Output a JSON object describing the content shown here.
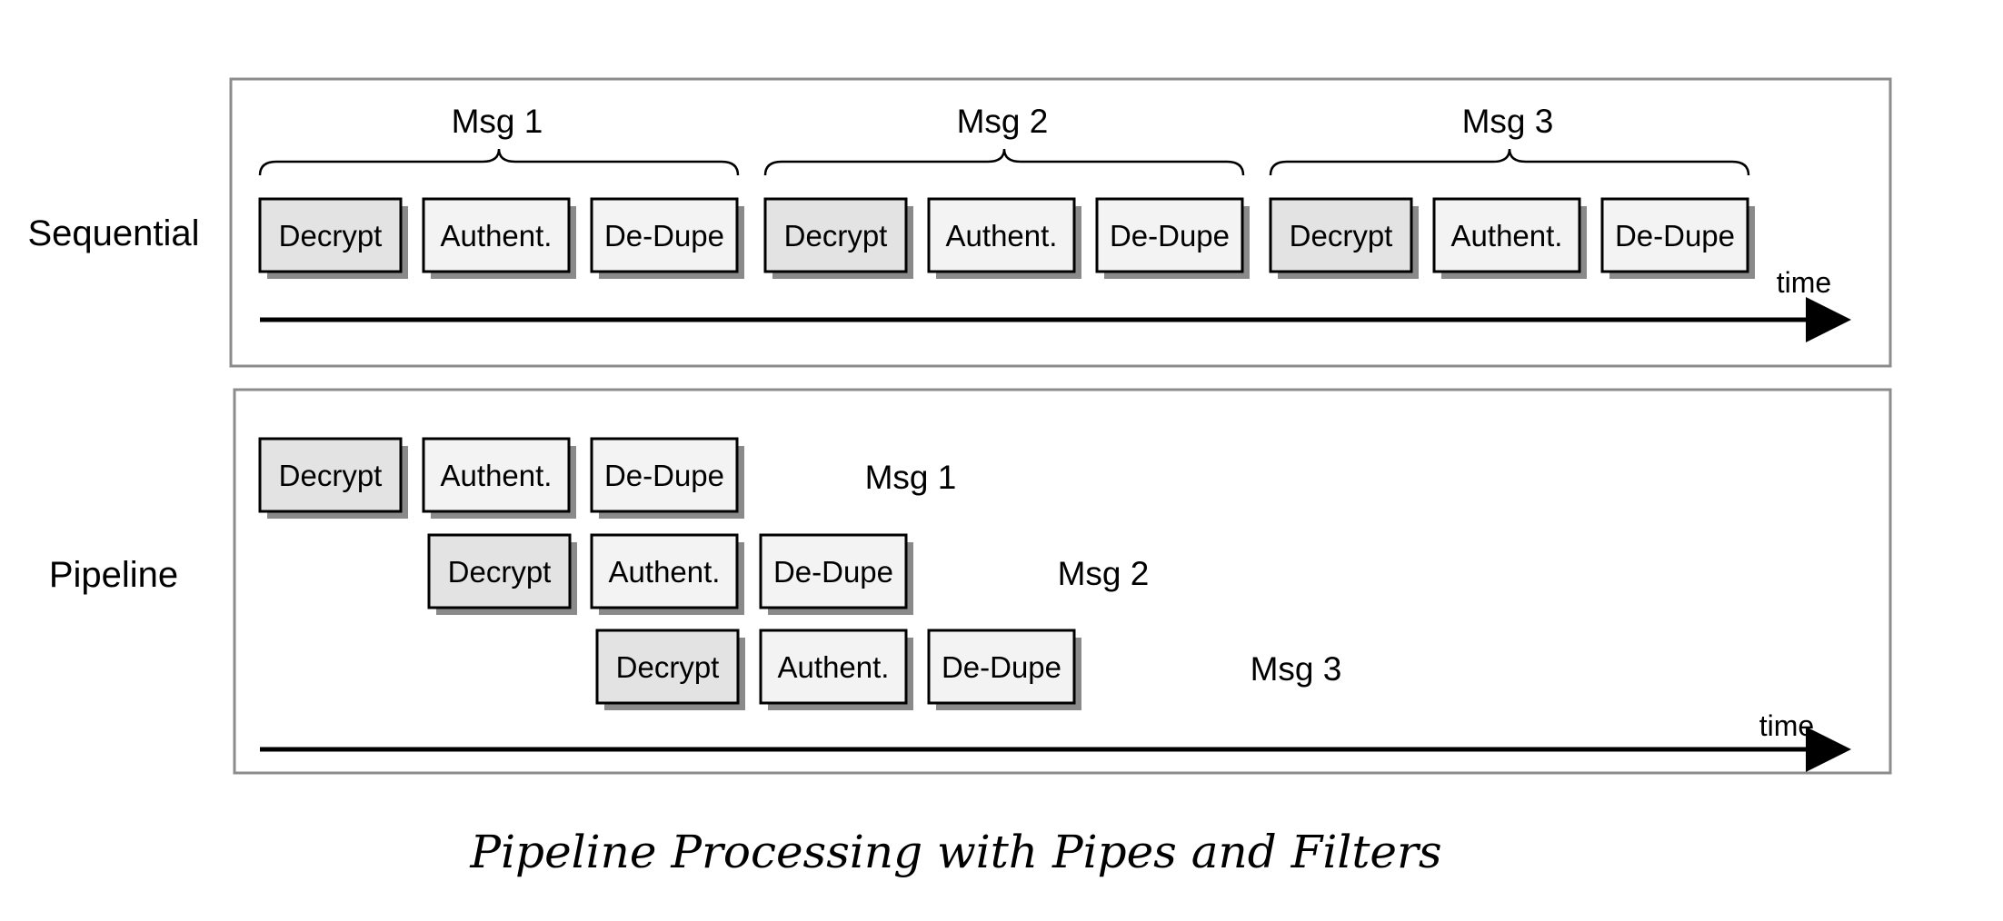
{
  "rows": {
    "sequential": {
      "label": "Sequential",
      "time_label": "time"
    },
    "pipeline": {
      "label": "Pipeline",
      "time_label": "time"
    }
  },
  "stages": [
    "Decrypt",
    "Authent.",
    "De-Dupe"
  ],
  "messages": [
    "Msg 1",
    "Msg 2",
    "Msg 3"
  ],
  "caption": "Pipeline Processing with Pipes and Filters",
  "colors": {
    "decrypt_fill": "#e3e3e3",
    "stage_fill": "#f3f3f3",
    "shadow": "#8a8a8a",
    "frame": "#8c8c8c",
    "ink": "#000000"
  }
}
